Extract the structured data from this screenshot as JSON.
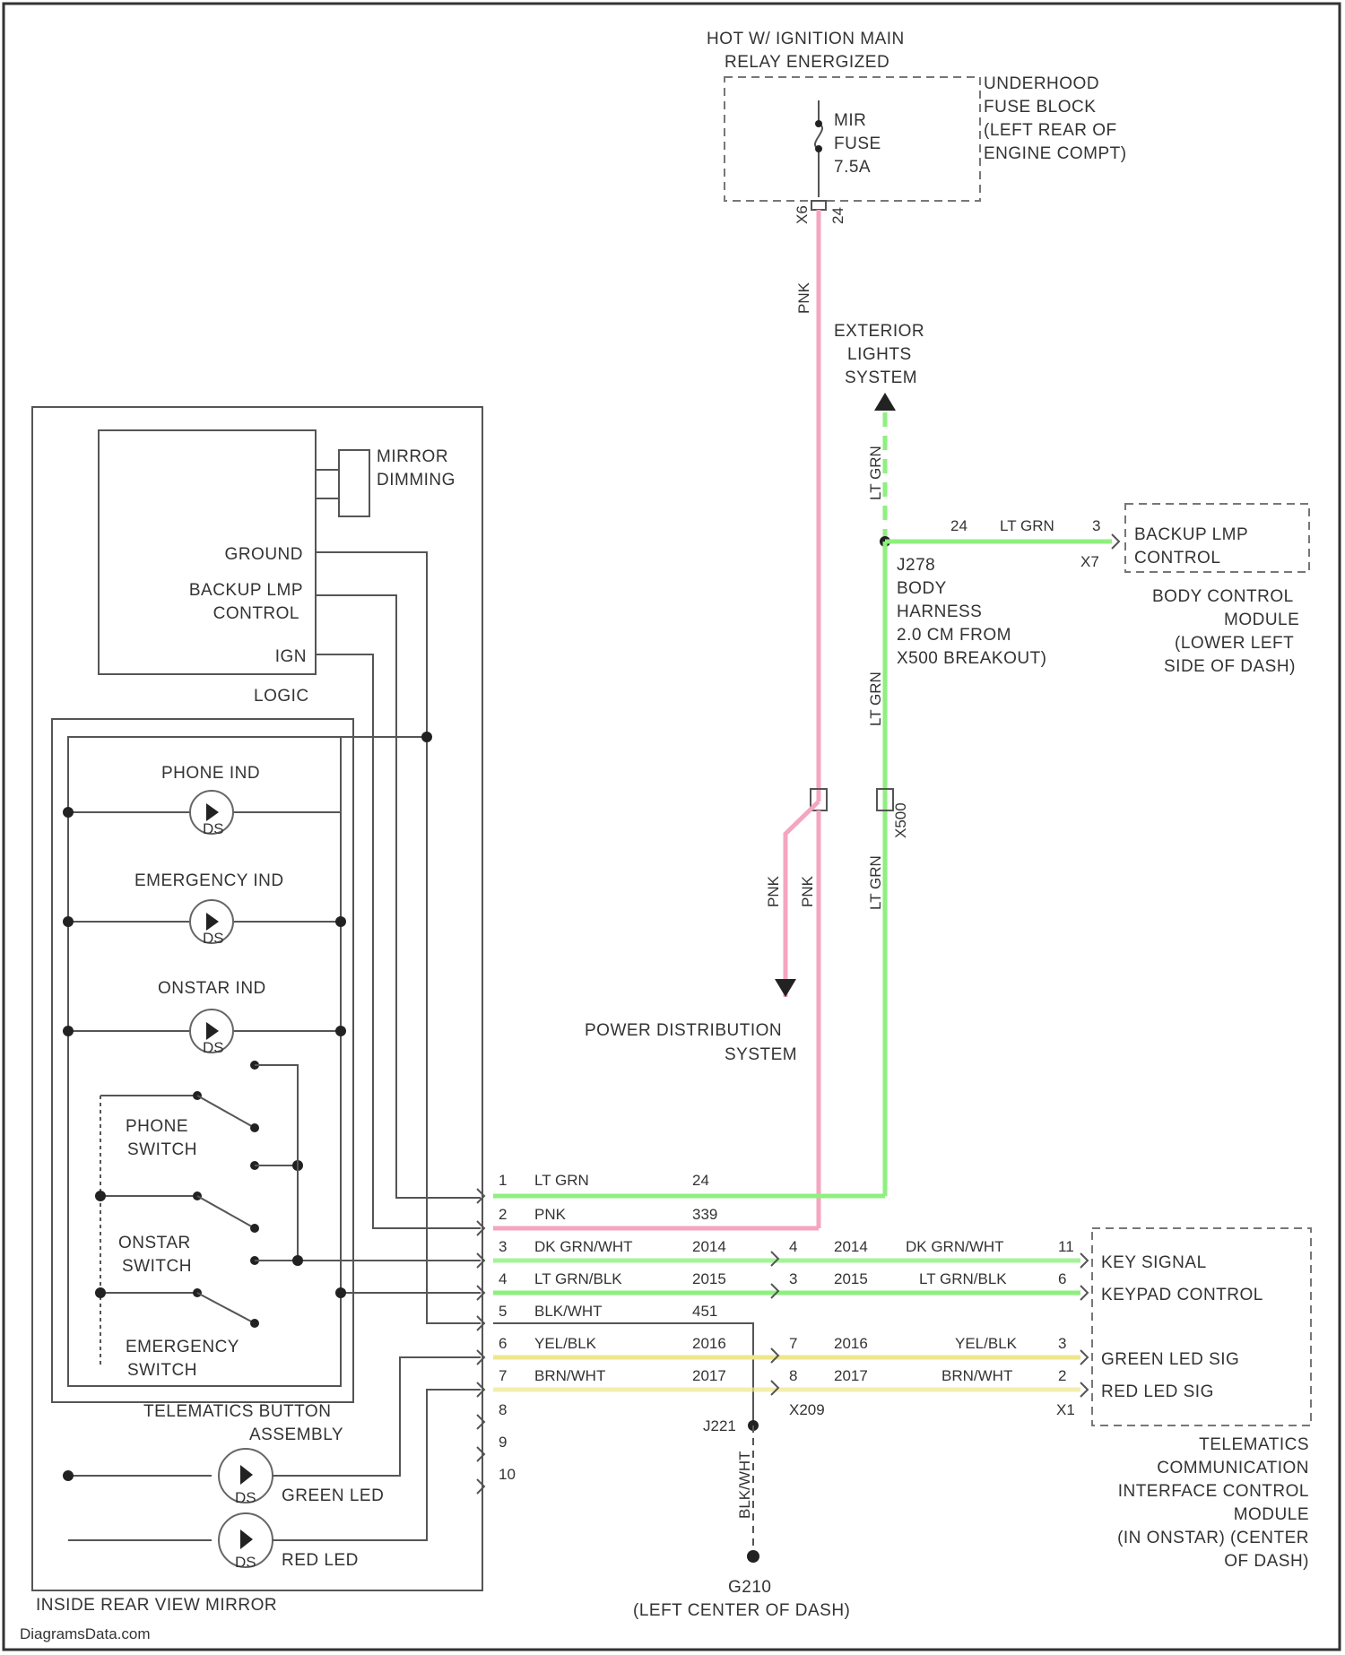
{
  "fuse_block": {
    "hot_label": [
      "HOT W/ IGNITION MAIN",
      "RELAY ENERGIZED"
    ],
    "fuse": [
      "MIR",
      "FUSE",
      "7.5A"
    ],
    "location": [
      "UNDERHOOD",
      "FUSE BLOCK",
      "(LEFT REAR OF",
      "ENGINE COMPT)"
    ],
    "pins": [
      "X6",
      "24"
    ]
  },
  "exterior_lights": [
    "EXTERIOR",
    "LIGHTS",
    "SYSTEM"
  ],
  "power_distribution": [
    "POWER DISTRIBUTION",
    "SYSTEM"
  ],
  "splice": {
    "id": "J278",
    "desc": [
      "BODY",
      "HARNESS",
      "2.0 CM FROM",
      "X500 BREAKOUT)"
    ]
  },
  "body_control_module": {
    "signal": [
      "BACKUP LMP",
      "CONTROL"
    ],
    "circuit": "24",
    "color": "LT GRN",
    "pin": "3",
    "connector": "X7",
    "name": [
      "BODY CONTROL",
      "MODULE",
      "(LOWER LEFT",
      "SIDE OF DASH)"
    ]
  },
  "mirror": {
    "title": "INSIDE REAR VIEW MIRROR",
    "dimming": [
      "MIRROR",
      "DIMMING"
    ],
    "logic_label": "LOGIC",
    "logic_inputs": [
      "GROUND",
      "BACKUP LMP",
      "CONTROL",
      "IGN"
    ],
    "indicators": [
      "PHONE IND",
      "EMERGENCY IND",
      "ONSTAR IND"
    ],
    "switches": [
      [
        "PHONE",
        "SWITCH"
      ],
      [
        "ONSTAR",
        "SWITCH"
      ],
      [
        "EMERGENCY",
        "SWITCH"
      ]
    ],
    "button_assembly": [
      "TELEMATICS BUTTON",
      "ASSEMBLY"
    ],
    "leds": [
      "GREEN LED",
      "RED LED"
    ],
    "ds": "DS"
  },
  "wire_colors": {
    "pink": "PNK",
    "lt_green": "LT GRN",
    "black_white": "BLK/WHT",
    "x500": "X500"
  },
  "mirror_connector": [
    {
      "pin": "1",
      "color": "LT GRN",
      "circuit": "24"
    },
    {
      "pin": "2",
      "color": "PNK",
      "circuit": "339"
    },
    {
      "pin": "3",
      "color": "DK GRN/WHT",
      "circuit": "2014"
    },
    {
      "pin": "4",
      "color": "LT GRN/BLK",
      "circuit": "2015"
    },
    {
      "pin": "5",
      "color": "BLK/WHT",
      "circuit": "451"
    },
    {
      "pin": "6",
      "color": "YEL/BLK",
      "circuit": "2016"
    },
    {
      "pin": "7",
      "color": "BRN/WHT",
      "circuit": "2017"
    },
    {
      "pin": "8",
      "color": "",
      "circuit": ""
    },
    {
      "pin": "9",
      "color": "",
      "circuit": ""
    },
    {
      "pin": "10",
      "color": "",
      "circuit": ""
    }
  ],
  "x209_rows": [
    {
      "pin": "4",
      "circuit": "2014",
      "color": "DK GRN/WHT",
      "vpin": "11",
      "signal": "KEY SIGNAL"
    },
    {
      "pin": "3",
      "circuit": "2015",
      "color": "LT GRN/BLK",
      "vpin": "6",
      "signal": "KEYPAD CONTROL"
    },
    {
      "pin": "7",
      "circuit": "2016",
      "color": "YEL/BLK",
      "vpin": "3",
      "signal": "GREEN LED SIG"
    },
    {
      "pin": "8",
      "circuit": "2017",
      "color": "BRN/WHT",
      "vpin": "2",
      "signal": "RED LED SIG"
    }
  ],
  "x209_label": "X209",
  "x1_label": "X1",
  "junction_j221": "J221",
  "ground": {
    "id": "G210",
    "location": "(LEFT CENTER OF DASH)"
  },
  "telematics_module": [
    "TELEMATICS",
    "COMMUNICATION",
    "INTERFACE CONTROL",
    "MODULE",
    "(IN ONSTAR) (CENTER",
    "OF DASH)"
  ],
  "watermark": "DiagramsData.com"
}
